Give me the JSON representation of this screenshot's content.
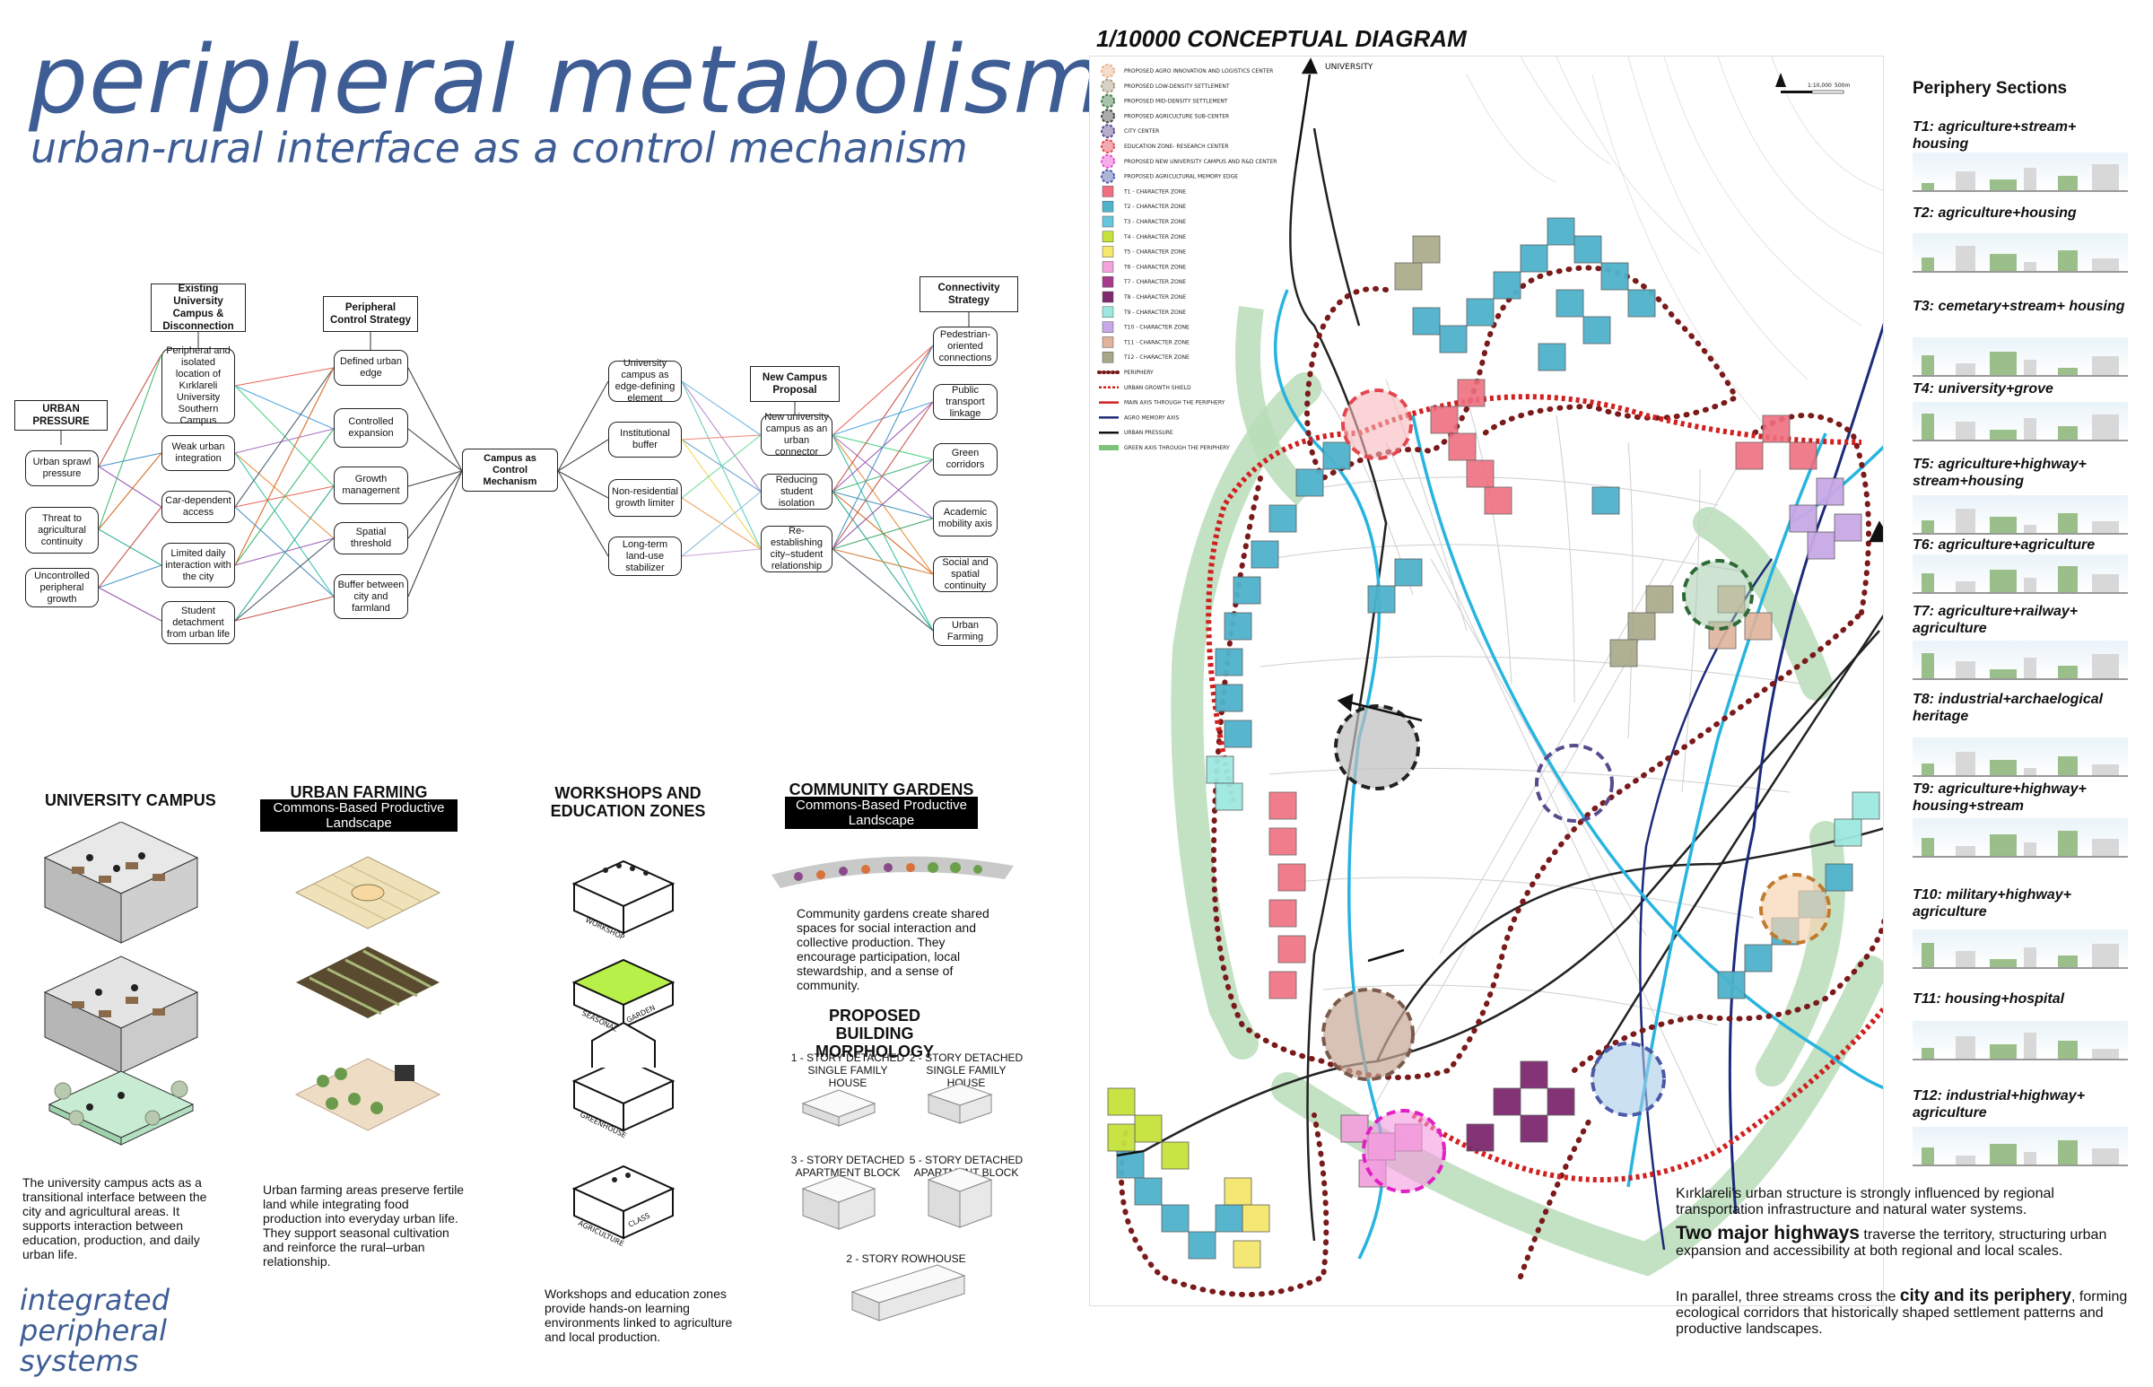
{
  "header": {
    "title": "peripheral metabolism",
    "subtitle": "urban-rural interface as a control mechanism"
  },
  "flow": {
    "urban_pressure": {
      "head": "URBAN PRESSURE",
      "items": [
        "Urban sprawl pressure",
        "Threat to agricultural continuity",
        "Uncontrolled peripheral growth"
      ]
    },
    "existing": {
      "head": "Existing University Campus & Disconnection",
      "items": [
        "Peripheral and isolated location of Kırklareli University Southern Campus",
        "Weak urban integration",
        "Car-dependent access",
        "Limited daily interaction with the city",
        "Student detachment from urban life"
      ]
    },
    "control": {
      "head": "Peripheral Control Strategy",
      "items": [
        "Defined urban edge",
        "Controlled expansion",
        "Growth management",
        "Spatial threshold",
        "Buffer between city and farmland"
      ]
    },
    "mechanism": "Campus as Control Mechanism",
    "edge": {
      "items": [
        "University campus as edge-defining element",
        "Institutional buffer",
        "Non-residential growth limiter",
        "Long-term land-use stabilizer"
      ]
    },
    "proposal": {
      "head": "New Campus Proposal",
      "items": [
        "New university campus as an urban connector",
        "Reducing student isolation",
        "Re-establishing city–student relationship"
      ]
    },
    "connectivity": {
      "head": "Connectivity Strategy",
      "items": [
        "Pedestrian-oriented connections",
        "Public transport linkage",
        "Green corridors",
        "Academic mobility axis",
        "Social and spatial continuity",
        "Urban Farming"
      ]
    }
  },
  "sections": {
    "campus": {
      "title": "UNIVERSITY CAMPUS",
      "desc": "The university campus acts as a transitional interface between the city and agricultural areas. It supports interaction between education, production, and daily urban life."
    },
    "farming": {
      "title": "URBAN FARMING",
      "label": "Commons-Based Productive Landscape",
      "desc": "Urban farming areas preserve fertile land while integrating food production into everyday urban life. They support seasonal cultivation and reinforce the rural–urban relationship."
    },
    "workshops": {
      "title": "WORKSHOPS AND EDUCATION ZONES",
      "desc": "Workshops and education zones provide hands-on learning environments linked to agriculture and local production.",
      "cubes": [
        "WORKSHOP",
        "SEASONAL",
        "GARDEN",
        "GREENHOUSE",
        "AGRICULTURE",
        "CLASS"
      ]
    },
    "gardens": {
      "title": "COMMUNITY GARDENS",
      "label": "Commons-Based Productive Landscape",
      "desc": "Community gardens create shared spaces for social interaction and collective production. They encourage participation, local stewardship, and a sense of community."
    },
    "morphology": {
      "title": "PROPOSED BUILDING MORPHOLOGY",
      "items": [
        "1 - STORY DETACHED SINGLE FAMILY HOUSE",
        "2 - STORY DETACHED SINGLE FAMILY HOUSE",
        "3 - STORY DETACHED APARTMENT BLOCK",
        "5 - STORY DETACHED APARTMENT BLOCK",
        "2 - STORY ROWHOUSE"
      ]
    },
    "integrated": "integrated peripheral systems"
  },
  "map": {
    "title": "1/10000 CONCEPTUAL DIAGRAM",
    "university_label": "UNIVERSITY",
    "scale_start": "0",
    "scale_mid": "1:10,000",
    "scale_end": "500m",
    "legend": [
      {
        "label": "PROPOSED AGRO INNOVATION AND LOGISTICS CENTER",
        "color": "#e8b48e",
        "kind": "circle"
      },
      {
        "label": "PROPOSED LOW-DENSITY SETTLEMENT",
        "color": "#a89a80",
        "kind": "circle"
      },
      {
        "label": "PROPOSED MID-DENSITY SETTLEMENT",
        "color": "#3f7a46",
        "kind": "circle"
      },
      {
        "label": "PROPOSED AGRICULTURE SUB-CENTER",
        "color": "#444444",
        "kind": "circle"
      },
      {
        "label": "CITY CENTER",
        "color": "#5a4a8c",
        "kind": "circle"
      },
      {
        "label": "EDUCATION ZONE- RESEARCH CENTER",
        "color": "#e2474e",
        "kind": "circle"
      },
      {
        "label": "PROPOSED NEW UNIVERSITY CAMPUS AND R&D CENTER",
        "color": "#e84ccf",
        "kind": "circle"
      },
      {
        "label": "PROPOSED AGRICULTURAL MEMORY EDGE",
        "color": "#4b5aa8",
        "kind": "circle"
      },
      {
        "label": "T1 - CHARACTER ZONE",
        "color": "#ef6f80",
        "kind": "square"
      },
      {
        "label": "T2 - CHARACTER ZONE",
        "color": "#4fb3cc",
        "kind": "square"
      },
      {
        "label": "T3 - CHARACTER ZONE",
        "color": "#66c6dc",
        "kind": "square"
      },
      {
        "label": "T4 - CHARACTER ZONE",
        "color": "#c6e23a",
        "kind": "square"
      },
      {
        "label": "T5 - CHARACTER ZONE",
        "color": "#f5e66c",
        "kind": "square"
      },
      {
        "label": "T6 - CHARACTER ZONE",
        "color": "#f3a2dc",
        "kind": "square"
      },
      {
        "label": "T7 - CHARACTER ZONE",
        "color": "#a63a8c",
        "kind": "square"
      },
      {
        "label": "T8 - CHARACTER ZONE",
        "color": "#7e2a6f",
        "kind": "square"
      },
      {
        "label": "T9 - CHARACTER ZONE",
        "color": "#9ce8e0",
        "kind": "square"
      },
      {
        "label": "T10 - CHARACTER ZONE",
        "color": "#c8a8e6",
        "kind": "square"
      },
      {
        "label": "T11 - CHARACTER ZONE",
        "color": "#e0b49c",
        "kind": "square"
      },
      {
        "label": "T12 - CHARACTER ZONE",
        "color": "#a8a888",
        "kind": "square"
      },
      {
        "label": "PERIPHERY",
        "color": "#7a1a1a",
        "kind": "dots"
      },
      {
        "label": "URBAN GROWTH SHIELD",
        "color": "#d0201f",
        "kind": "dash"
      },
      {
        "label": "MAIN AXIS THROUGH THE PERIPHERY",
        "color": "#d0201f",
        "kind": "arrow"
      },
      {
        "label": "AGRO MEMORY AXIS",
        "color": "#1c2a7a",
        "kind": "line"
      },
      {
        "label": "URBAN PRESSURE",
        "color": "#111111",
        "kind": "line"
      },
      {
        "label": "GREEN AXIS THROUGH THE PERIPHERY",
        "color": "#7cc47c",
        "kind": "band"
      }
    ]
  },
  "periphery": {
    "title": "Periphery Sections",
    "items": [
      "T1: agriculture+stream+ housing",
      "T2: agriculture+housing",
      "T3: cemetary+stream+ housing",
      "T4: university+grove",
      "T5: agriculture+highway+ stream+housing",
      "T6: agriculture+agriculture",
      "T7: agriculture+railway+ agriculture",
      "T8: industrial+archaelogical heritage",
      "T9: agriculture+highway+ housing+stream",
      "T10: military+highway+ agriculture",
      "T11: housing+hospital",
      "T12: industrial+highway+ agriculture"
    ]
  },
  "text": {
    "p1": "Kırklareli's urban structure is strongly influenced by regional transportation infrastructure and natural water systems.",
    "p2_bold": "Two major highways",
    "p2": " traverse the territory, structuring urban expansion and accessibility at both regional and local scales.",
    "p3_pre": "In parallel, three streams cross the ",
    "p3_bold": "city and its periphery",
    "p3": ", forming ecological corridors that historically shaped settlement patterns and productive landscapes."
  }
}
